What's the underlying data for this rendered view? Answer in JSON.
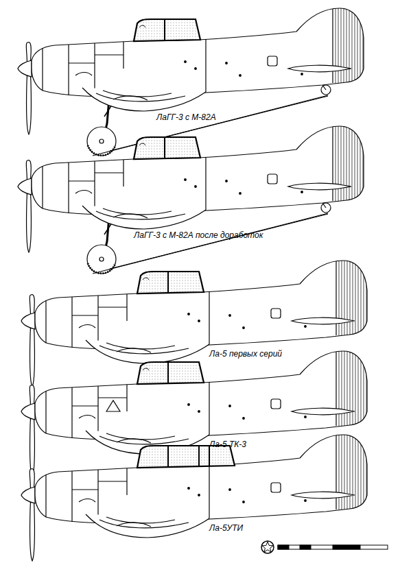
{
  "diagram": {
    "labels": [
      "ЛаГГ-3 с М-82А",
      "ЛаГГ-3 с М-82А после доработок",
      "Ла-5 первых серий",
      "Ла-5 ТК-3",
      "Ла-5УТИ"
    ]
  }
}
